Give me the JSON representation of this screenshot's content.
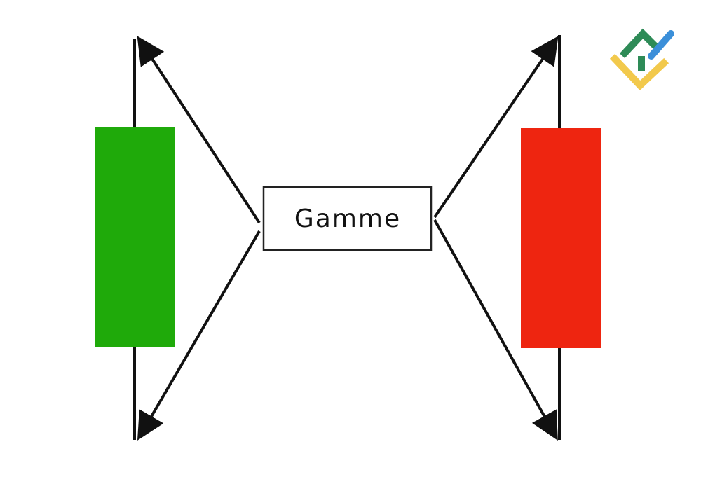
{
  "label": {
    "text": "Gamme"
  },
  "candles": [
    {
      "name": "bullish-candle",
      "color": "#1faa0a"
    },
    {
      "name": "bearish-candle",
      "color": "#ee2510"
    }
  ],
  "colors": {
    "line": "#111111",
    "background": "#ffffff",
    "box_border": "#222222"
  },
  "logo": {
    "icon": "brand-logo-icon",
    "colors": [
      "#2e8b57",
      "#f2c94c",
      "#3b8fd9"
    ]
  }
}
